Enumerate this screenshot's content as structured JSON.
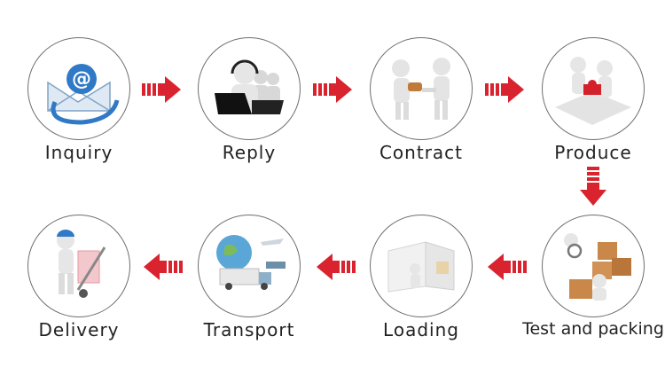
{
  "steps": [
    {
      "label": "Inquiry",
      "icon": "email-at-icon"
    },
    {
      "label": "Reply",
      "icon": "call-center-icon"
    },
    {
      "label": "Contract",
      "icon": "handshake-stamp-icon"
    },
    {
      "label": "Produce",
      "icon": "puzzle-build-icon"
    },
    {
      "label": "Test and packing",
      "icon": "inspect-boxes-icon"
    },
    {
      "label": "Loading",
      "icon": "loading-truck-icon"
    },
    {
      "label": "Transport",
      "icon": "globe-truck-plane-icon"
    },
    {
      "label": "Delivery",
      "icon": "hand-truck-icon"
    }
  ],
  "colors": {
    "arrow": "#d9232e",
    "circle_border": "#6e6e6e",
    "text": "#222222"
  }
}
